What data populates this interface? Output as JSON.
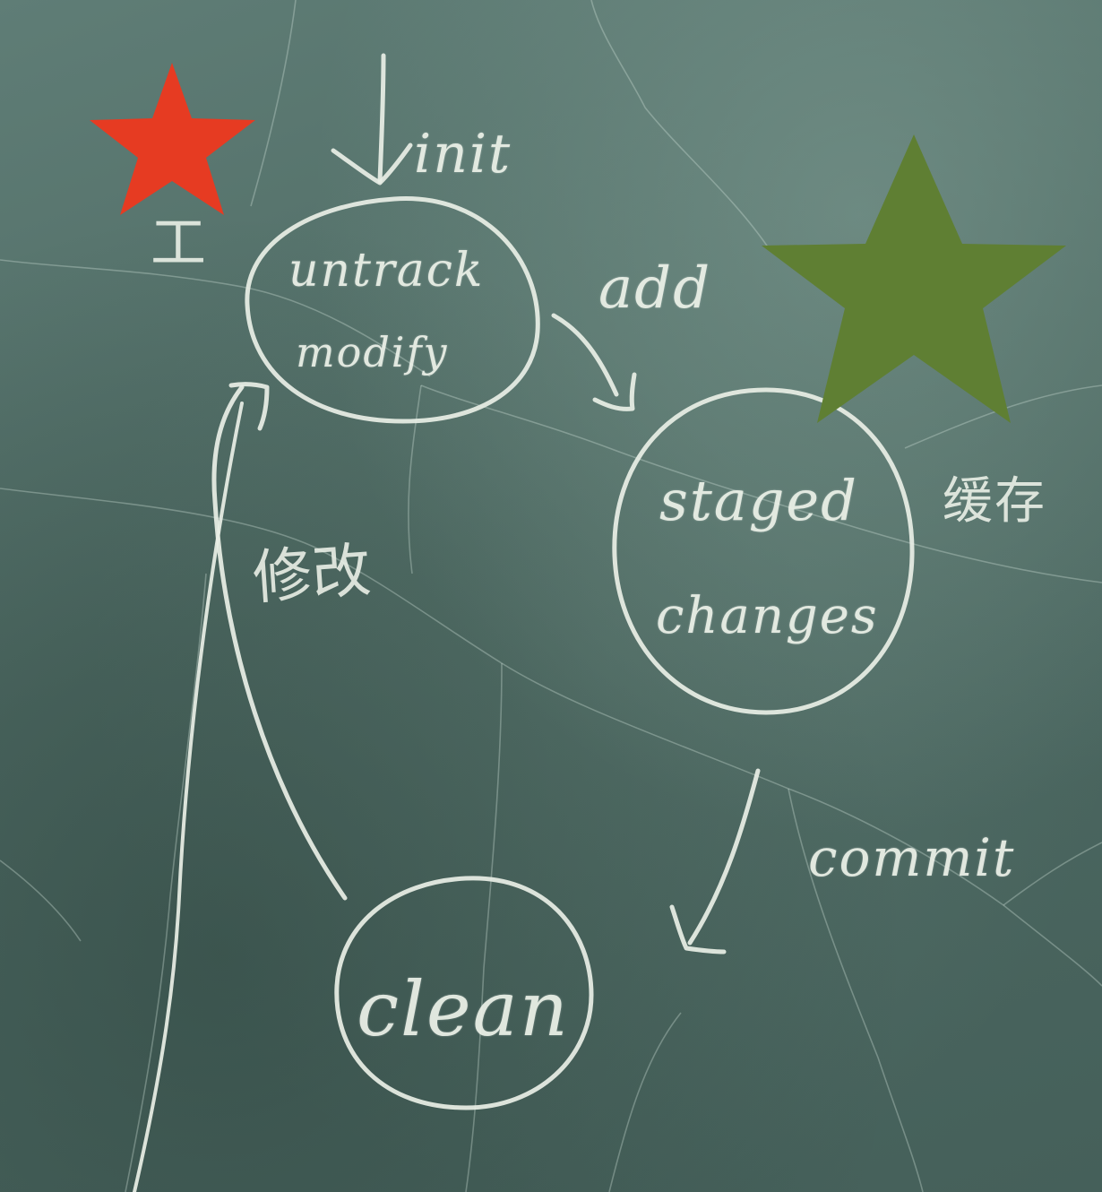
{
  "nodes": {
    "untracked": {
      "line1": "untrack",
      "line2": "modify"
    },
    "staged": {
      "line1": "staged",
      "line2": "changes"
    },
    "clean": {
      "label": "clean"
    }
  },
  "edges": {
    "init": "init",
    "add": "add",
    "commit": "commit",
    "modify_back": "修改"
  },
  "side_notes": {
    "workspace": "工",
    "staging": "缓存"
  },
  "colors": {
    "board": "#4e6a63",
    "chalk": "#e9efe6",
    "red_star": "#e63b22",
    "green_star": "#5f7f33"
  }
}
